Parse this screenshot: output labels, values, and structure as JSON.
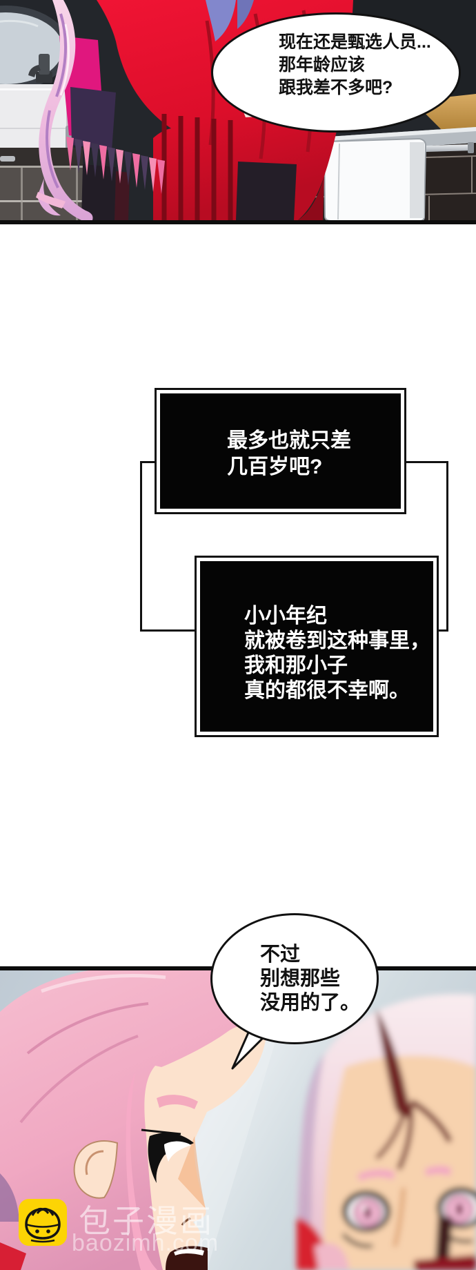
{
  "bubble_top": {
    "lines": [
      "现在还是甄选人员...",
      "那年龄应该",
      "跟我差不多吧?"
    ]
  },
  "caption_box_1": {
    "lines": [
      "最多也就只差",
      "几百岁吧?"
    ]
  },
  "caption_box_2": {
    "lines": [
      "小小年纪",
      "就被卷到这种事里，",
      "我和那小子",
      "真的都很不幸啊。"
    ]
  },
  "bubble_bottom": {
    "lines": [
      "不过",
      "别想那些",
      "没用的了。"
    ]
  },
  "watermark": {
    "brand": "包子漫画",
    "domain": "baozimh.com",
    "icon": "baozi-bun-icon",
    "icon_color": "#fcd404"
  },
  "colors": {
    "panel_border": "#0d0d0d",
    "bubble_border": "#111111",
    "caption_box_fill": "#050505",
    "caption_text": "#ffffff",
    "cape_red": "#e8102e",
    "hair_pink": "#f3b8d0",
    "top_panel_wall": "#23262b",
    "bottom_panel_bg": "#ccd6de",
    "counter_gray": "#b5bbc1",
    "wood_strip": "#c89a52"
  }
}
